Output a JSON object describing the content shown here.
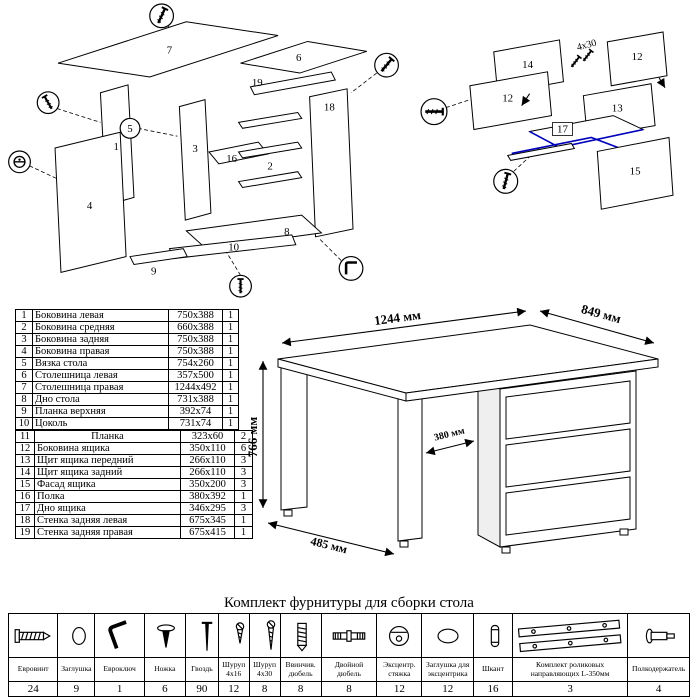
{
  "title": "Комплект фурнитуры для сборки стола",
  "parts_table": {
    "rows": [
      {
        "n": "1",
        "name": "Боковина левая",
        "size": "750x388",
        "qty": "1"
      },
      {
        "n": "2",
        "name": "Боковина средняя",
        "size": "660x388",
        "qty": "1"
      },
      {
        "n": "3",
        "name": "Боковина задняя",
        "size": "750x388",
        "qty": "1"
      },
      {
        "n": "4",
        "name": "Боковина правая",
        "size": "750x388",
        "qty": "1"
      },
      {
        "n": "5",
        "name": "Вязка стола",
        "size": "754x260",
        "qty": "1"
      },
      {
        "n": "6",
        "name": "Столешница левая",
        "size": "357x500",
        "qty": "1"
      },
      {
        "n": "7",
        "name": "Столешница правая",
        "size": "1244x492",
        "qty": "1"
      },
      {
        "n": "8",
        "name": "Дно стола",
        "size": "731x388",
        "qty": "1"
      },
      {
        "n": "9",
        "name": "Планка верхняя",
        "size": "392x74",
        "qty": "1"
      },
      {
        "n": "10",
        "name": "Цоколь",
        "size": "731x74",
        "qty": "1"
      },
      {
        "n": "11",
        "name": "Планка",
        "size": "323x60",
        "qty": "2"
      },
      {
        "n": "12",
        "name": "Боковина ящика",
        "size": "350x110",
        "qty": "6"
      },
      {
        "n": "13",
        "name": "Щит ящика передний",
        "size": "266x110",
        "qty": "3"
      },
      {
        "n": "14",
        "name": "Щит ящика задний",
        "size": "266x110",
        "qty": "3"
      },
      {
        "n": "15",
        "name": "Фасад ящика",
        "size": "350x200",
        "qty": "3"
      },
      {
        "n": "16",
        "name": "Полка",
        "size": "380x392",
        "qty": "1"
      },
      {
        "n": "17",
        "name": "Дно ящика",
        "size": "346x295",
        "qty": "3"
      },
      {
        "n": "18",
        "name": "Стенка задняя левая",
        "size": "675x345",
        "qty": "1"
      },
      {
        "n": "19",
        "name": "Стенка задняя правая",
        "size": "675x415",
        "qty": "1"
      }
    ]
  },
  "desk_dims": {
    "width": "1244 мм",
    "depth": "849 мм",
    "height": "766 мм",
    "inner": "380 мм",
    "front": "485 мм"
  },
  "diagram_left": {
    "labels": {
      "n1": "1",
      "n2": "2",
      "n3": "3",
      "n4": "4",
      "n5": "5",
      "n6": "6",
      "n7": "7",
      "n8": "8",
      "n9": "9",
      "n10": "10",
      "n16": "16",
      "n18": "18",
      "n19": "19"
    }
  },
  "diagram_right": {
    "labels": {
      "s12a": "12",
      "s12b": "12",
      "s13": "13",
      "s14": "14",
      "s15": "15",
      "s17": "17"
    },
    "note": "4x30"
  },
  "hardware": {
    "items": [
      {
        "label": "Евровинт",
        "qty": "24"
      },
      {
        "label": "Заглушка",
        "qty": "9"
      },
      {
        "label": "Евроключ",
        "qty": "1"
      },
      {
        "label": "Ножка",
        "qty": "6"
      },
      {
        "label": "Гвоздь",
        "qty": "90"
      },
      {
        "label": "Шуруп 4x16",
        "qty": "12"
      },
      {
        "label": "Шуруп 4x30",
        "qty": "8"
      },
      {
        "label": "Ввинчив. дюбель",
        "qty": "8"
      },
      {
        "label": "Двойной дюбель",
        "qty": "8"
      },
      {
        "label": "Эксцентр. стяжка",
        "qty": "12"
      },
      {
        "label": "Заглушка для эксцентрика",
        "qty": "12"
      },
      {
        "label": "Шкант",
        "qty": "16"
      },
      {
        "label": "Комплект роликовых направляющих L-350мм",
        "qty": "3"
      },
      {
        "label": "Полкодержатель",
        "qty": "4"
      }
    ]
  },
  "colors": {
    "accent_blue": "#0000bb",
    "line": "#000000"
  }
}
